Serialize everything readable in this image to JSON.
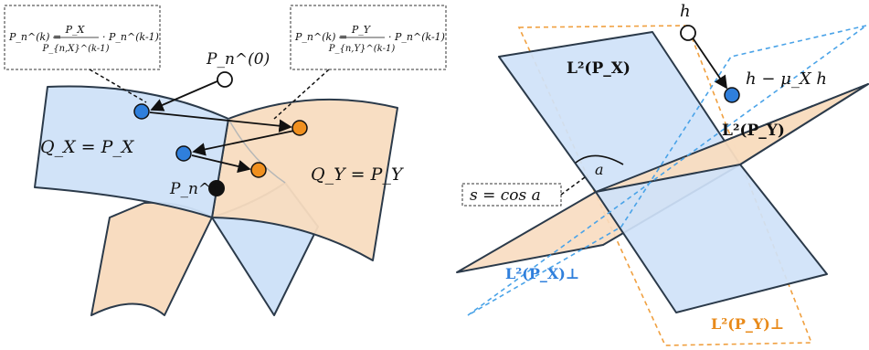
{
  "left_panel": {
    "formula_x": {
      "lhs": "P_n^(k) =",
      "num": "P_X",
      "den": "P_{n,X}^(k-1)",
      "rhs": "· P_n^(k-1)"
    },
    "formula_y": {
      "lhs": "P_n^(k) =",
      "num": "P_Y",
      "den": "P_{n,Y}^(k-1)",
      "rhs": "· P_n^(k-1)"
    },
    "start_label": "P_n^(0)",
    "target_label": "P_n^*",
    "surface_x_label": "Q_X = P_X",
    "surface_y_label": "Q_Y = P_Y"
  },
  "right_panel": {
    "point_label": "h",
    "projected_label": "h − μ_X h",
    "plane_x_label": "L²(P_X)",
    "plane_y_label": "L²(P_Y)",
    "plane_x_perp_label": "L²(P_X)⊥",
    "plane_y_perp_label": "L²(P_Y)⊥",
    "angle_label": "a",
    "cosine_label": "s = cos a"
  },
  "colors": {
    "blue_fill": "#cfe2f8",
    "orange_fill": "#f8dcc0",
    "blue_point": "#2f7fdc",
    "orange_point": "#f0901f",
    "blue_dash": "#4aa3e8",
    "orange_dash": "#f0a040"
  }
}
